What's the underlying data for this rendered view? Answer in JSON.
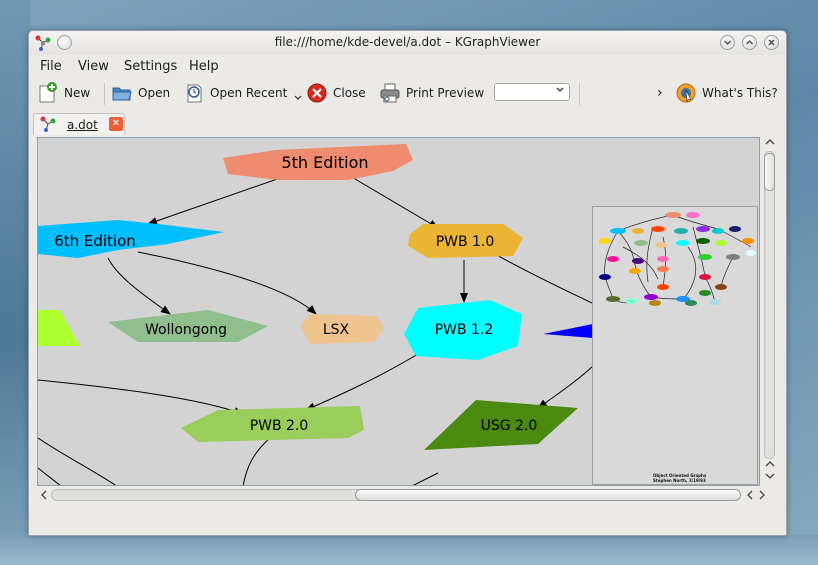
{
  "window": {
    "title": "file:///home/kde-devel/a.dot – KGraphViewer"
  },
  "menubar": {
    "items": [
      {
        "label": "File"
      },
      {
        "label": "View"
      },
      {
        "label": "Settings"
      },
      {
        "label": "Help"
      }
    ]
  },
  "toolbar": {
    "new_label": "New",
    "open_label": "Open",
    "open_recent_label": "Open Recent",
    "close_label": "Close",
    "print_preview_label": "Print Preview",
    "layout_combo_value": "",
    "more_label": "›",
    "whats_this_label": "What's This?"
  },
  "tabs": [
    {
      "label": "a.dot"
    }
  ],
  "graph": {
    "nodes": [
      {
        "id": "5th",
        "label": "5th Edition",
        "color": "#ef8b6e"
      },
      {
        "id": "6th",
        "label": "6th Edition",
        "color": "#00bfff"
      },
      {
        "id": "pwb10",
        "label": "PWB 1.0",
        "color": "#ebb534"
      },
      {
        "id": "lsx",
        "label": "LSX",
        "color": "#efc48e"
      },
      {
        "id": "woll",
        "label": "Wollongong",
        "color": "#90be8e"
      },
      {
        "id": "pwb12",
        "label": "PWB 1.2",
        "color": "#00ffff"
      },
      {
        "id": "pwb20",
        "label": "PWB 2.0",
        "color": "#9acd5c"
      },
      {
        "id": "usg20",
        "label": "USG 2.0",
        "color": "#4a8a10"
      },
      {
        "id": "green",
        "label": "",
        "color": "#adff2f"
      },
      {
        "id": "blue",
        "label": "",
        "color": "#0000ff"
      }
    ]
  },
  "birdseye": {
    "caption_line1": "Object Oriented Graphs",
    "caption_line2": "Stephen North, 3/19/93"
  }
}
